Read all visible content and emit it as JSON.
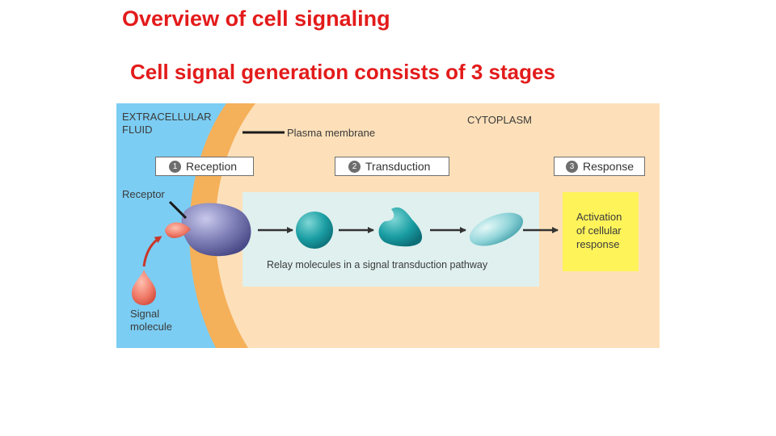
{
  "slide": {
    "title": "Overview of cell signaling",
    "subtitle": "Cell signal generation consists of 3 stages"
  },
  "diagram": {
    "labels": {
      "extracellular_line1": "EXTRACELLULAR",
      "extracellular_line2": "FLUID",
      "plasma_membrane": "Plasma membrane",
      "cytoplasm": "CYTOPLASM",
      "receptor": "Receptor",
      "relay_caption": "Relay molecules in a signal transduction pathway",
      "signal_line1": "Signal",
      "signal_line2": "molecule"
    },
    "stages": [
      {
        "number": "1",
        "label": "Reception"
      },
      {
        "number": "2",
        "label": "Transduction"
      },
      {
        "number": "3",
        "label": "Response"
      }
    ],
    "response_box": {
      "line1": "Activation",
      "line2": "of cellular",
      "line3": "response"
    },
    "colors": {
      "title": "#e31b1b",
      "extracellular": "#7ccdf3",
      "membrane": "#f5b05a",
      "cytoplasm": "#fde0b9",
      "relay_panel": "#dff0ee",
      "receptor": "#8080b8",
      "signal_molecule": "#f07a68",
      "relay_molecule": "#1a9ea3",
      "response_box": "#fff35a"
    }
  }
}
